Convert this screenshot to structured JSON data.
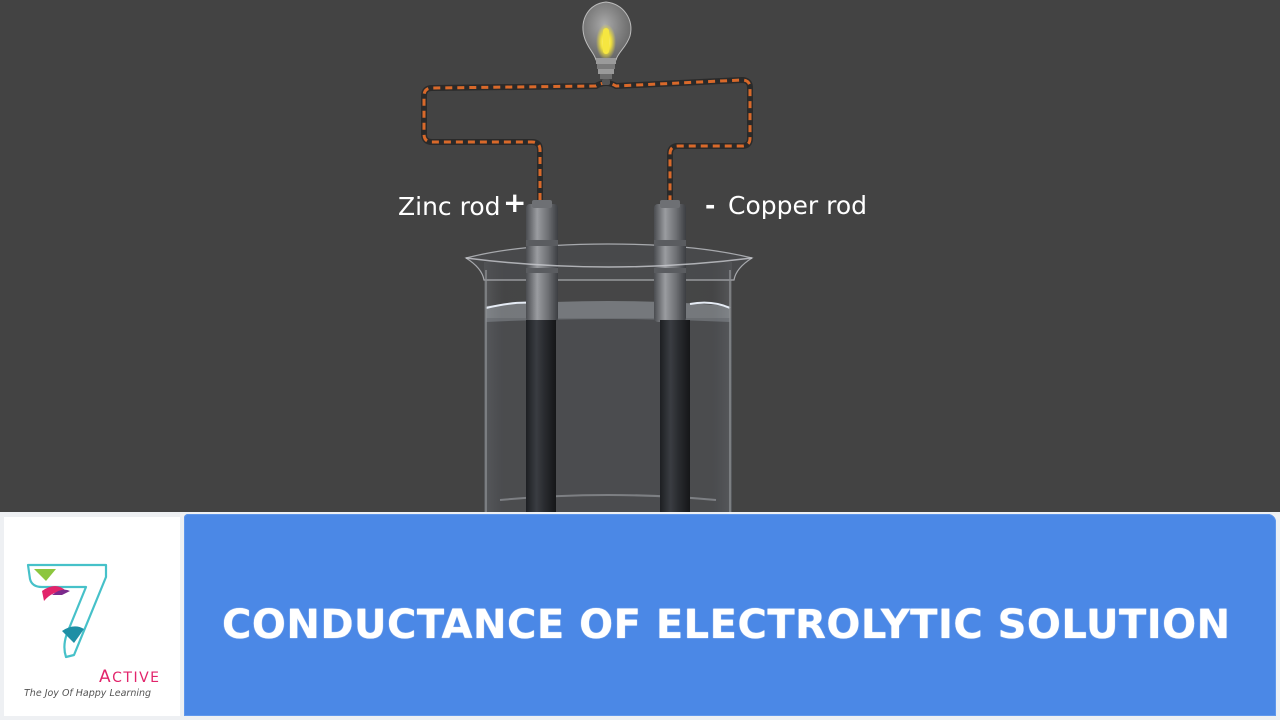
{
  "scene": {
    "zinc_label": "Zinc rod",
    "plus_sign": "+",
    "copper_label": "Copper rod",
    "minus_sign": "-",
    "wire_color": "#d9692a",
    "bulb_glow_color": "#f2e23a"
  },
  "banner": {
    "title": "CONDUCTANCE OF ELECTROLYTIC SOLUTION",
    "logo": {
      "numeral": "7",
      "word_initial": "A",
      "word_rest": "CTIVE",
      "tagline": "The Joy Of Happy Learning"
    },
    "panel_color": "#4b88e6"
  }
}
